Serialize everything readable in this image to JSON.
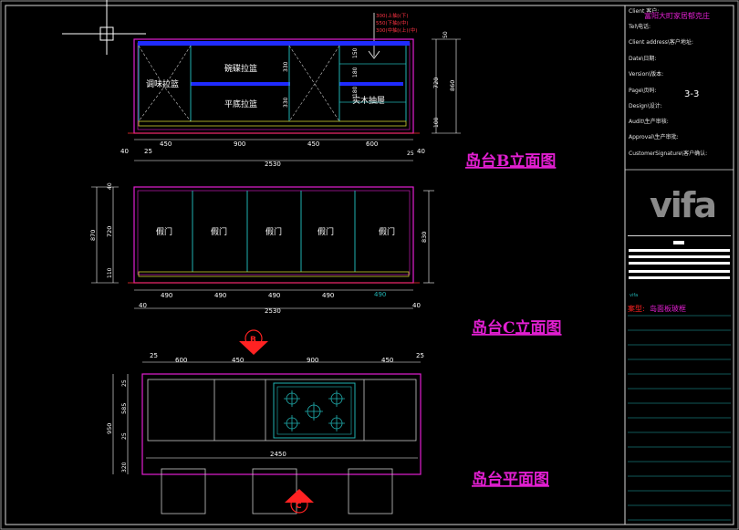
{
  "legend_notes": [
    "300(上抽)(下) ",
    "550(下抽)(中)",
    "300(中抽)(上)(中)"
  ],
  "elevation_b": {
    "title": "岛台B立面图",
    "labels": {
      "left_basket": "调味拉篮",
      "bowl_basket": "碗碟拉篮",
      "plate_basket": "平底拉篮",
      "drawer": "实木抽屉"
    },
    "dims_bottom": [
      "450",
      "900",
      "450",
      "600"
    ],
    "dims_side": [
      "40",
      "25",
      "40",
      "25"
    ],
    "total": "2530",
    "dims_right": [
      "50",
      "720",
      "860",
      "100"
    ],
    "dims_inner": [
      "330",
      "330",
      "150",
      "180",
      "180"
    ]
  },
  "elevation_c": {
    "title": "岛台C立面图",
    "door_label": "假门",
    "doors": [
      "假门",
      "假门",
      "假门",
      "假门",
      "假门"
    ],
    "dims_bottom": [
      "490",
      "490",
      "490",
      "490",
      "490"
    ],
    "dims_side": [
      "40",
      "40"
    ],
    "total": "2530",
    "dims_left": [
      "870",
      "720",
      "110",
      "40"
    ],
    "dims_right": [
      "830"
    ]
  },
  "plan": {
    "title": "岛台平面图",
    "dims_top": [
      "25",
      "600",
      "450",
      "900",
      "450",
      "25"
    ],
    "total": "2450",
    "dims_left": [
      "950",
      "585",
      "25",
      "25",
      "320"
    ],
    "marker_top": "B",
    "marker_bottom": "C"
  },
  "title_block": {
    "client_label": "Client 客户:",
    "client_value": "富阳大町家居郁克庄",
    "tel_label": "Tel\\电话:",
    "address_label": "Client address\\客户地址:",
    "date_label": "Date\\日期:",
    "version_label": "Version\\版本:",
    "page_label": "Page\\页码:",
    "page_value": "3-3",
    "design_label": "Design\\设计:",
    "audit_label": "Audit\\生产审核:",
    "approval_label": "Approval\\生产审批:",
    "signature_label": "CustomerSignature\\客户确认:",
    "logo": "vifa",
    "small_label": "vifa",
    "model_label": "案型:",
    "model_value": "岛面板玻框"
  }
}
